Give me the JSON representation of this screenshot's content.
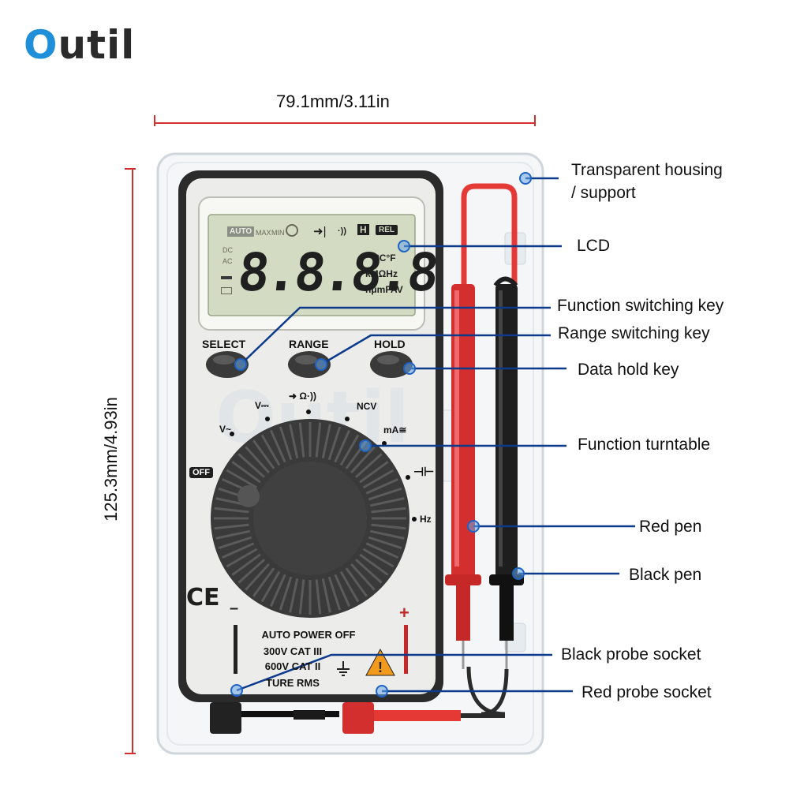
{
  "brand": {
    "first_letter": "O",
    "rest": "util",
    "accent_color": "#1e8fd8"
  },
  "dimensions": {
    "width_label": "79.1mm/3.11in",
    "height_label": "125.3mm/4.93in",
    "line_color": "#d32f2f"
  },
  "callouts": {
    "housing_line1": "Transparent housing",
    "housing_line2": "/ support",
    "lcd": "LCD",
    "function_key": "Function switching key",
    "range_key": "Range switching key",
    "hold_key": "Data hold key",
    "turntable": "Function turntable",
    "red_pen": "Red pen",
    "black_pen": "Black pen",
    "black_socket": "Black probe socket",
    "red_socket": "Red probe socket",
    "line_color": "#0d3b8c"
  },
  "lcd": {
    "auto": "AUTO",
    "max": "MAX",
    "min": "MIN",
    "hold": "H",
    "rel": "REL",
    "dc": "DC",
    "ac": "AC",
    "digits": "8.8.8.8",
    "units_line1": "°C°F",
    "units_line2": "kMΩHz",
    "units_line3": "nμmFAV"
  },
  "keys": {
    "select": "SELECT",
    "range": "RANGE",
    "hold": "HOLD"
  },
  "dial_labels": {
    "off": "OFF",
    "v_ac": "V~",
    "v_dc": "V⎓",
    "diode_ohm": "➜ Ω·))",
    "ncv": "NCV",
    "ma": "mA≅",
    "cap": "⊣⊢",
    "hz": "Hz"
  },
  "front": {
    "ce": "CE",
    "minus": "–",
    "plus": "+",
    "line1": "AUTO POWER OFF",
    "line2": "300V CAT III",
    "line3": "600V CAT II",
    "line4": "TURE RMS"
  }
}
